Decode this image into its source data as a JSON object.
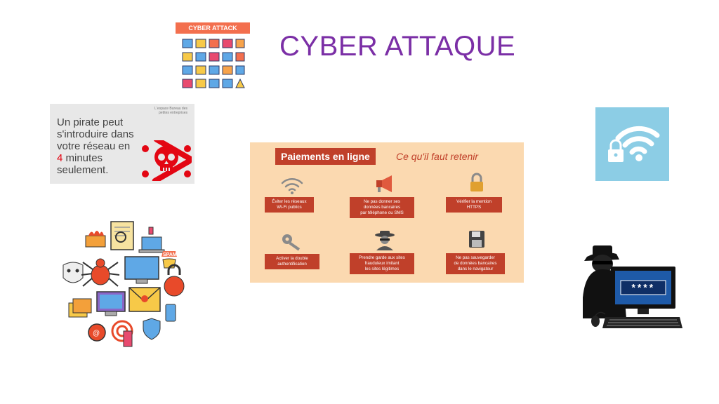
{
  "slide": {
    "title": "CYBER ATTAQUE"
  },
  "cyber_attack_thumb": {
    "banner": "CYBER ATTACK"
  },
  "pirate_card": {
    "small_logo_line1": "L'espace Bureau des",
    "small_logo_line2": "petites entreprises",
    "line1": "Un pirate peut",
    "line2": "s'introduire dans",
    "line3": "votre réseau en",
    "number": "4",
    "line4": " minutes",
    "line5": "seulement."
  },
  "payments": {
    "heading": "Paiements en ligne",
    "subheading": "Ce qu'il faut retenir",
    "tips": [
      {
        "line1": "Éviter les réseaux",
        "line2": "Wi-Fi publics",
        "line3": "",
        "icon": "wifi-icon"
      },
      {
        "line1": "Ne pas donner ses",
        "line2": "données bancaires",
        "line3": "par téléphone ou SMS",
        "icon": "megaphone-icon"
      },
      {
        "line1": "Vérifier la mention",
        "line2": "HTTPS",
        "line3": "",
        "icon": "padlock-icon"
      },
      {
        "line1": "Activer la double",
        "line2": "authentification",
        "line3": "",
        "icon": "key-icon"
      },
      {
        "line1": "Prendre garde aux sites",
        "line2": "frauduleux imitant",
        "line3": "les sites légitimes",
        "icon": "spy-icon"
      },
      {
        "line1": "Ne pas sauvegarder",
        "line2": "de données bancaires",
        "line3": "dans le navigateur",
        "icon": "floppy-disk-icon"
      }
    ]
  },
  "malware_illustration": {
    "spam_label": "SPAM"
  },
  "hacker_illustration": {
    "password_mask": "****"
  },
  "colors": {
    "title": "#7b2fa6",
    "accent_red": "#c0402a",
    "panel_peach": "#fbd9b0",
    "wifi_tile": "#8ccde5"
  }
}
